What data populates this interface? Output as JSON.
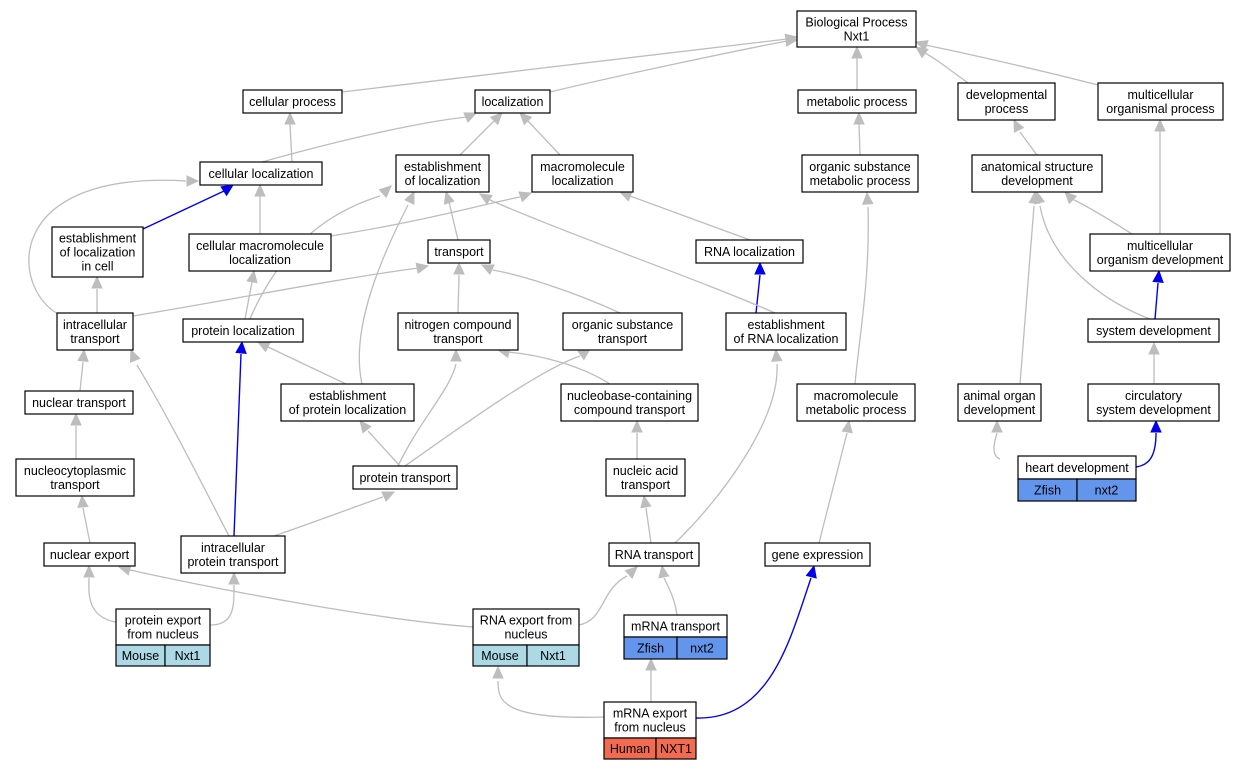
{
  "title": "Biological Process Nxt1",
  "colors": {
    "mouse": "#add8e6",
    "zfish": "#6495ed",
    "human": "#f26a4f",
    "highlight_edge": "#0000ee",
    "edge": "#bdbdbd"
  },
  "nodes": {
    "bp_root": [
      "Biological Process",
      "Nxt1"
    ],
    "cellular_process": [
      "cellular process"
    ],
    "localization": [
      "localization"
    ],
    "metabolic_process": [
      "metabolic process"
    ],
    "developmental_process": [
      "developmental",
      "process"
    ],
    "multicellular_organismal_process": [
      "multicellular",
      "organismal process"
    ],
    "cellular_localization": [
      "cellular localization"
    ],
    "establishment_of_localization": [
      "establishment",
      "of localization"
    ],
    "macromolecule_localization": [
      "macromolecule",
      "localization"
    ],
    "organic_substance_metabolic_process": [
      "organic substance",
      "metabolic process"
    ],
    "anatomical_structure_development": [
      "anatomical structure",
      "development"
    ],
    "establishment_of_localization_in_cell": [
      "establishment",
      "of localization",
      "in cell"
    ],
    "cellular_macromolecule_localization": [
      "cellular macromolecule",
      "localization"
    ],
    "transport": [
      "transport"
    ],
    "rna_localization": [
      "RNA localization"
    ],
    "multicellular_organism_development": [
      "multicellular",
      "organism development"
    ],
    "intracellular_transport": [
      "intracellular",
      "transport"
    ],
    "protein_localization": [
      "protein localization"
    ],
    "nitrogen_compound_transport": [
      "nitrogen compound",
      "transport"
    ],
    "organic_substance_transport": [
      "organic substance",
      "transport"
    ],
    "establishment_of_rna_localization": [
      "establishment",
      "of RNA localization"
    ],
    "system_development": [
      "system development"
    ],
    "nuclear_transport": [
      "nuclear transport"
    ],
    "establishment_of_protein_localization": [
      "establishment",
      "of protein localization"
    ],
    "nucleobase_containing_compound_transport": [
      "nucleobase-containing",
      "compound transport"
    ],
    "macromolecule_metabolic_process": [
      "macromolecule",
      "metabolic process"
    ],
    "animal_organ_development": [
      "animal organ",
      "development"
    ],
    "circulatory_system_development": [
      "circulatory",
      "system development"
    ],
    "nucleocytoplasmic_transport": [
      "nucleocytoplasmic",
      "transport"
    ],
    "protein_transport": [
      "protein transport"
    ],
    "nucleic_acid_transport": [
      "nucleic acid",
      "transport"
    ],
    "heart_development": [
      "heart development"
    ],
    "nuclear_export": [
      "nuclear export"
    ],
    "intracellular_protein_transport": [
      "intracellular",
      "protein transport"
    ],
    "rna_transport": [
      "RNA transport"
    ],
    "gene_expression": [
      "gene expression"
    ],
    "protein_export_from_nucleus": [
      "protein export",
      "from nucleus"
    ],
    "rna_export_from_nucleus": [
      "RNA export from",
      "nucleus"
    ],
    "mrna_transport": [
      "mRNA transport"
    ],
    "mrna_export_from_nucleus": [
      "mRNA export",
      "from nucleus"
    ]
  },
  "annotations": {
    "heart_development": {
      "species": "Zfish",
      "gene": "nxt2"
    },
    "protein_export_from_nucleus": {
      "species": "Mouse",
      "gene": "Nxt1"
    },
    "rna_export_from_nucleus": {
      "species": "Mouse",
      "gene": "Nxt1"
    },
    "mrna_transport": {
      "species": "Zfish",
      "gene": "nxt2"
    },
    "mrna_export_from_nucleus": {
      "species": "Human",
      "gene": "NXT1"
    }
  }
}
